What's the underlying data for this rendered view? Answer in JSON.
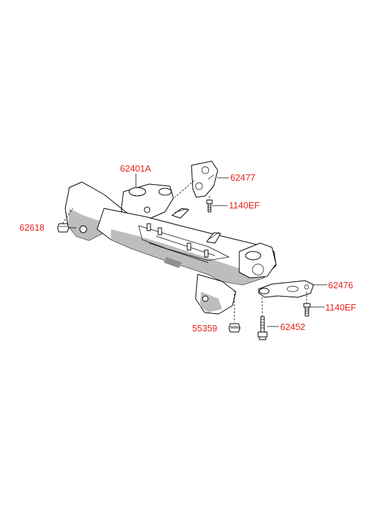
{
  "colors": {
    "label": "#e8201c",
    "line": "#000000",
    "shade": "#bdbdbd"
  },
  "labels": {
    "subframe": "62401A",
    "bracket_upper": "62477",
    "bolt_upper": "1140EF",
    "nut_left": "62618",
    "bracket_lower": "62476",
    "bolt_lower": "1140EF",
    "nut_bottom": "55359",
    "bolt_long": "62452"
  }
}
